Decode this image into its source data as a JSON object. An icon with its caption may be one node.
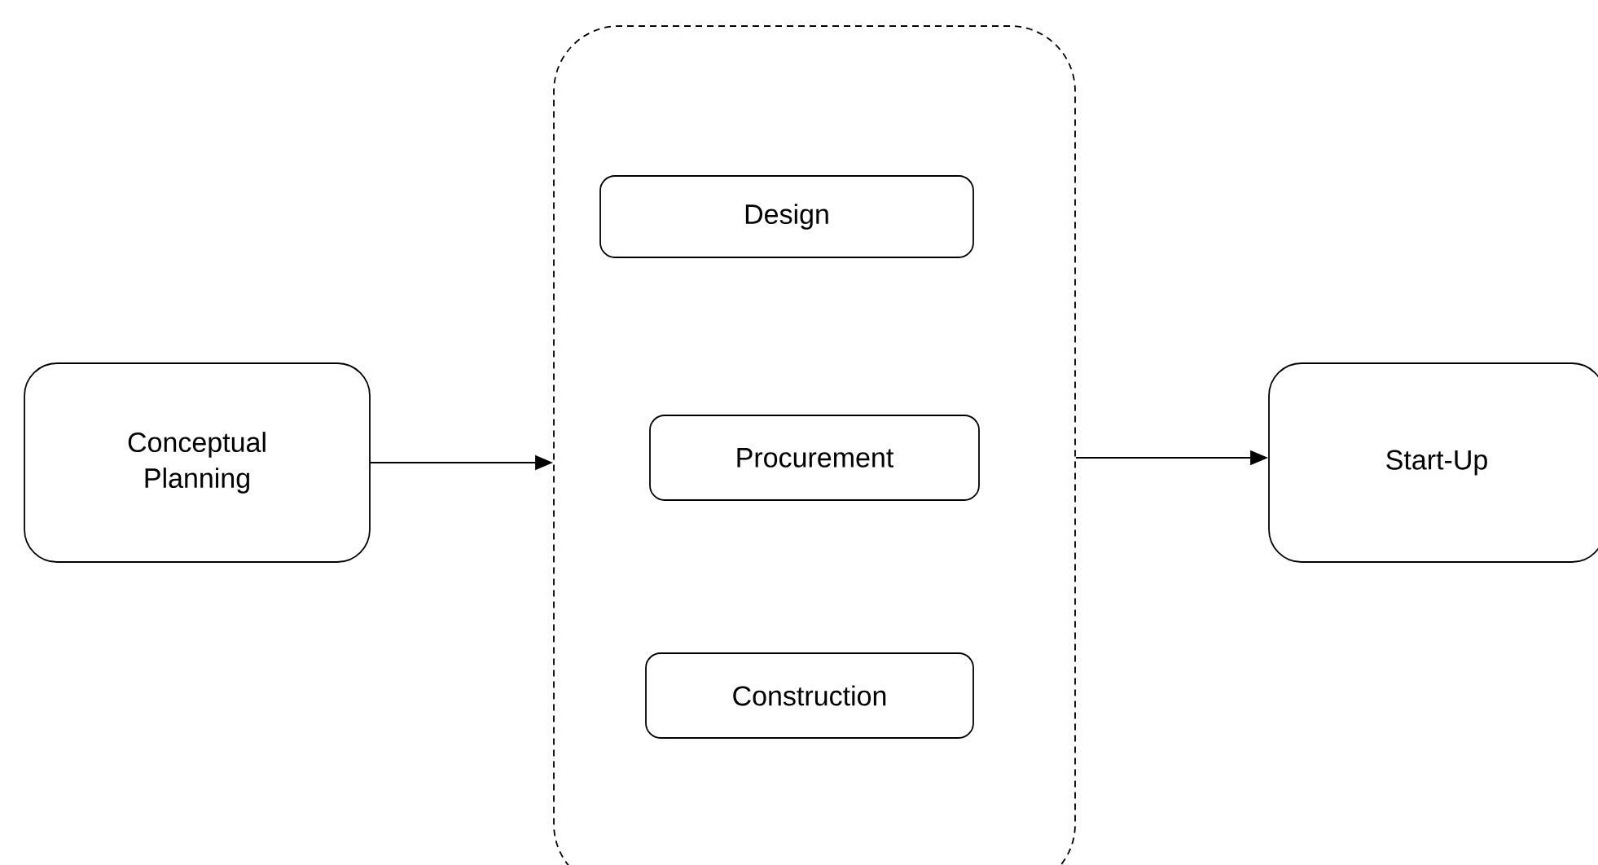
{
  "diagram": {
    "nodes": [
      {
        "text": [
          "Conceptual Planning"
        ]
      },
      {
        "text": [],
        "shape": "box"
      },
      {
        "text": [
          "Design"
        ],
        "in": 1
      },
      {
        "text": [
          "Procurement"
        ],
        "in": 1
      },
      {
        "text": [
          "Construction"
        ],
        "in": 1
      },
      {
        "text": [
          "Start-Up"
        ]
      }
    ],
    "edges": [
      {
        "from": 0,
        "to": 1,
        "arrow": "to"
      },
      {
        "from": 1,
        "to": 5,
        "arrow": "to"
      }
    ]
  }
}
